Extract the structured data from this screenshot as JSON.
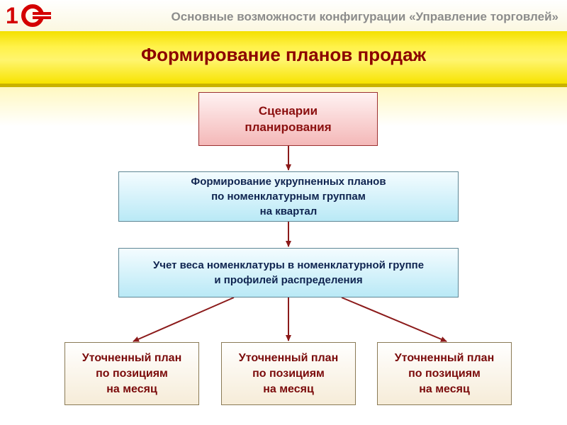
{
  "header": {
    "logo_text": "1С",
    "title": "Основные возможности конфигурации «Управление торговлей»"
  },
  "slide": {
    "title": "Формирование планов продаж"
  },
  "diagram": {
    "scenarios": "Сценарии\nпланирования",
    "aggregated_plans": "Формирование укрупненных планов\nпо номенклатурным группам\nна квартал",
    "weight_accounting": "Учет веса номенклатуры в номенклатурной группе\nи профилей распределения",
    "monthly_plans": [
      "Уточненный план\nпо позициям\nна месяц",
      "Уточненный план\nпо позициям\nна месяц",
      "Уточненный план\nпо позициям\nна месяц"
    ]
  },
  "colors": {
    "brand_red": "#d40000",
    "title_dark_red": "#8b0000",
    "band_yellow": "#fff24a",
    "arrow": "#8b1a1a"
  }
}
